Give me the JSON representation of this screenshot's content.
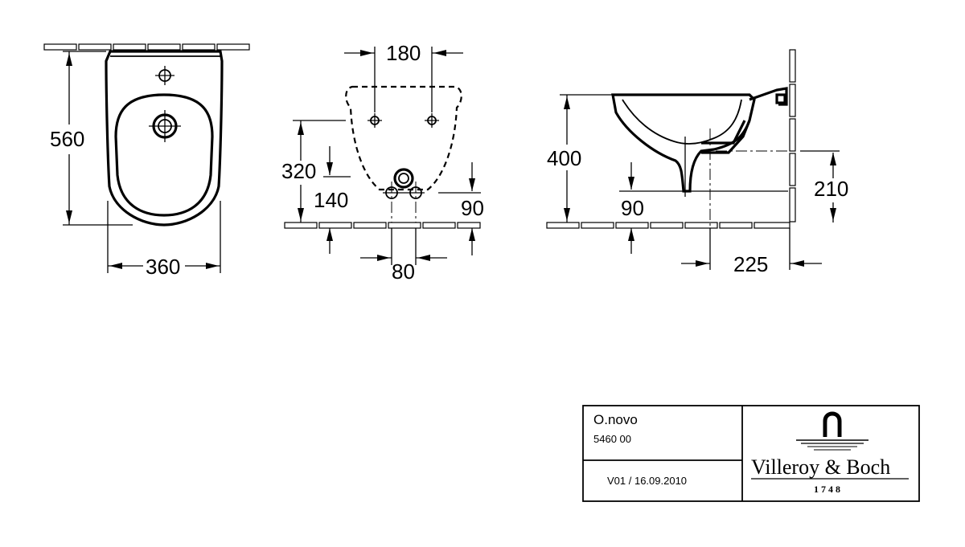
{
  "views": {
    "top_view": {
      "depth": "560",
      "width": "360"
    },
    "front_view": {
      "fixing_spacing": "180",
      "fixing_height": "320",
      "supply_height": "140",
      "waste_height": "90",
      "supply_spacing": "80"
    },
    "side_view": {
      "rim_height": "400",
      "waste_height": "90",
      "waste_connection_height": "210",
      "projection": "225"
    }
  },
  "title_block": {
    "product_name": "O.novo",
    "article_number": "5460 00",
    "version": "V01 / 16.09.2010",
    "brand": "Villeroy & Boch",
    "year": "1748"
  }
}
